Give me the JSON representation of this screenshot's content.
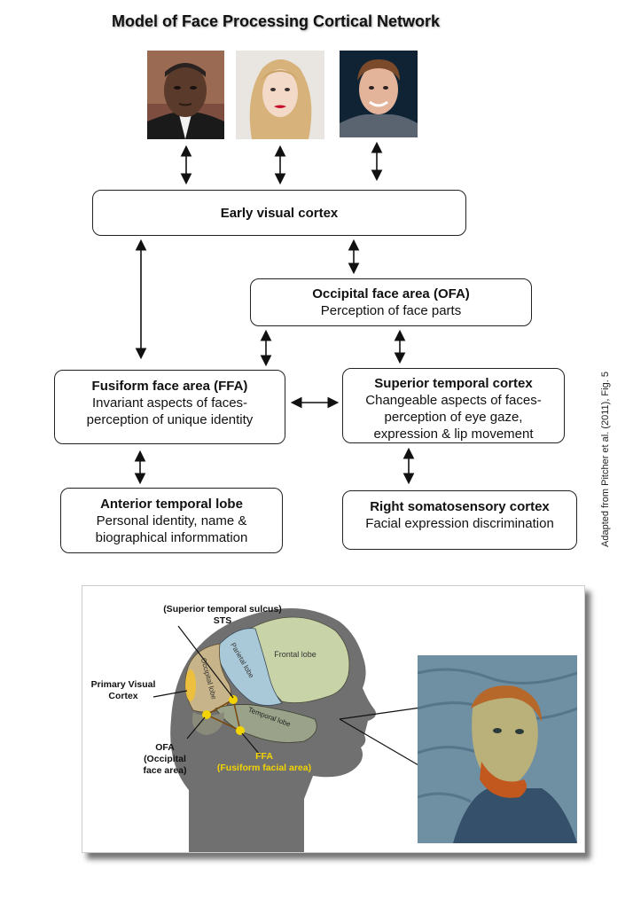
{
  "title": "Model of Face Processing Cortical Network",
  "photos": [
    {
      "subject": "face-photo-1",
      "bg": "#8a5a4a"
    },
    {
      "subject": "face-photo-2",
      "bg": "#e8e4de"
    },
    {
      "subject": "face-photo-3",
      "bg": "#0e2233"
    }
  ],
  "nodes": {
    "early_visual": {
      "title": "Early visual cortex",
      "desc": ""
    },
    "ofa": {
      "title": "Occipital face area (OFA)",
      "desc": "Perception of face parts"
    },
    "ffa": {
      "title": "Fusiform face area (FFA)",
      "desc1": "Invariant aspects of faces-",
      "desc2": "perception of unique identity"
    },
    "stc": {
      "title": "Superior temporal cortex",
      "desc1": "Changeable aspects of faces-",
      "desc2": "perception of eye gaze,",
      "desc3": "expression & lip movement"
    },
    "atl": {
      "title": "Anterior temporal lobe",
      "desc1": "Personal identity, name &",
      "desc2": "biographical informmation"
    },
    "rsc": {
      "title": "Right somatosensory cortex",
      "desc1": "Facial expression discrimination"
    }
  },
  "credit": "Adapted from Pitcher et al. (2011), Fig. 5",
  "brain_labels": {
    "sts_full": "(Superior temporal sulcus)",
    "sts": "STS",
    "primary_visual_1": "Primary Visual",
    "primary_visual_2": "Cortex",
    "ofa_1": "OFA",
    "ofa_2": "(Occipital",
    "ofa_3": "face area)",
    "ffa_1": "FFA",
    "ffa_2": "(Fusiform facial area)",
    "frontal": "Frontal lobe",
    "parietal": "Parietal lobe",
    "occipital": "Occipital lobe",
    "temporal": "Temporal lobe"
  },
  "colors": {
    "accent_yellow": "#f2d400",
    "frontal": "#c9d3a8",
    "parietal": "#a9c9d8",
    "temporal": "#9aa38a",
    "occipital": "#c8b48a",
    "head": "#6f6f6f"
  }
}
